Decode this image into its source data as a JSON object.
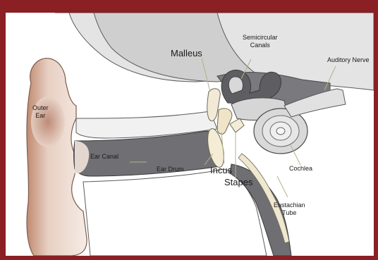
{
  "diagram": {
    "labels": {
      "malleus": "Malleus",
      "semicircular_canals": "Semicircular\nCanals",
      "auditory_nerve": "Auditory Nerve",
      "outer_ear": "Outer\nEar",
      "ear_canal": "Ear Canal",
      "ear_drum": "Ear Drum",
      "incus": "Incus",
      "stapes": "Stapes",
      "cochlea": "Cochlea",
      "eustachian_tube": "Eustachian\nTube"
    },
    "colors": {
      "border": "#8a1f24",
      "skin": "#f3e4db",
      "skin_dark": "#c79479",
      "bone_light": "#e3e3e3",
      "bone_mid": "#cfcfcf",
      "tissue_dark": "#6f6f73",
      "outline": "#4a4a4a",
      "ossicle": "#f2ead6"
    }
  }
}
